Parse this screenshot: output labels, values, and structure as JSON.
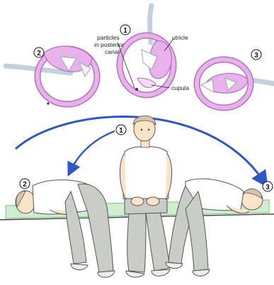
{
  "labels": {
    "particles_line1": "particles",
    "particles_line2": "in posterior",
    "particles_line3": "canal",
    "utricle": "utricle",
    "cupula": "cupula"
  },
  "step_numbers": {
    "top_left": "2",
    "top_center": "1",
    "top_right": "3",
    "body_center": "1",
    "body_left": "2",
    "body_right": "3"
  },
  "colors": {
    "labyrinth_fill": "#e7b3ea",
    "labyrinth_stroke": "#b66fc0",
    "canal_grey": "#c4d0dd",
    "arrow_blue": "#2f55c6",
    "mat_green": "#cfeecf",
    "skin": "#fbe3c8",
    "pants": "#c9ccc7"
  }
}
